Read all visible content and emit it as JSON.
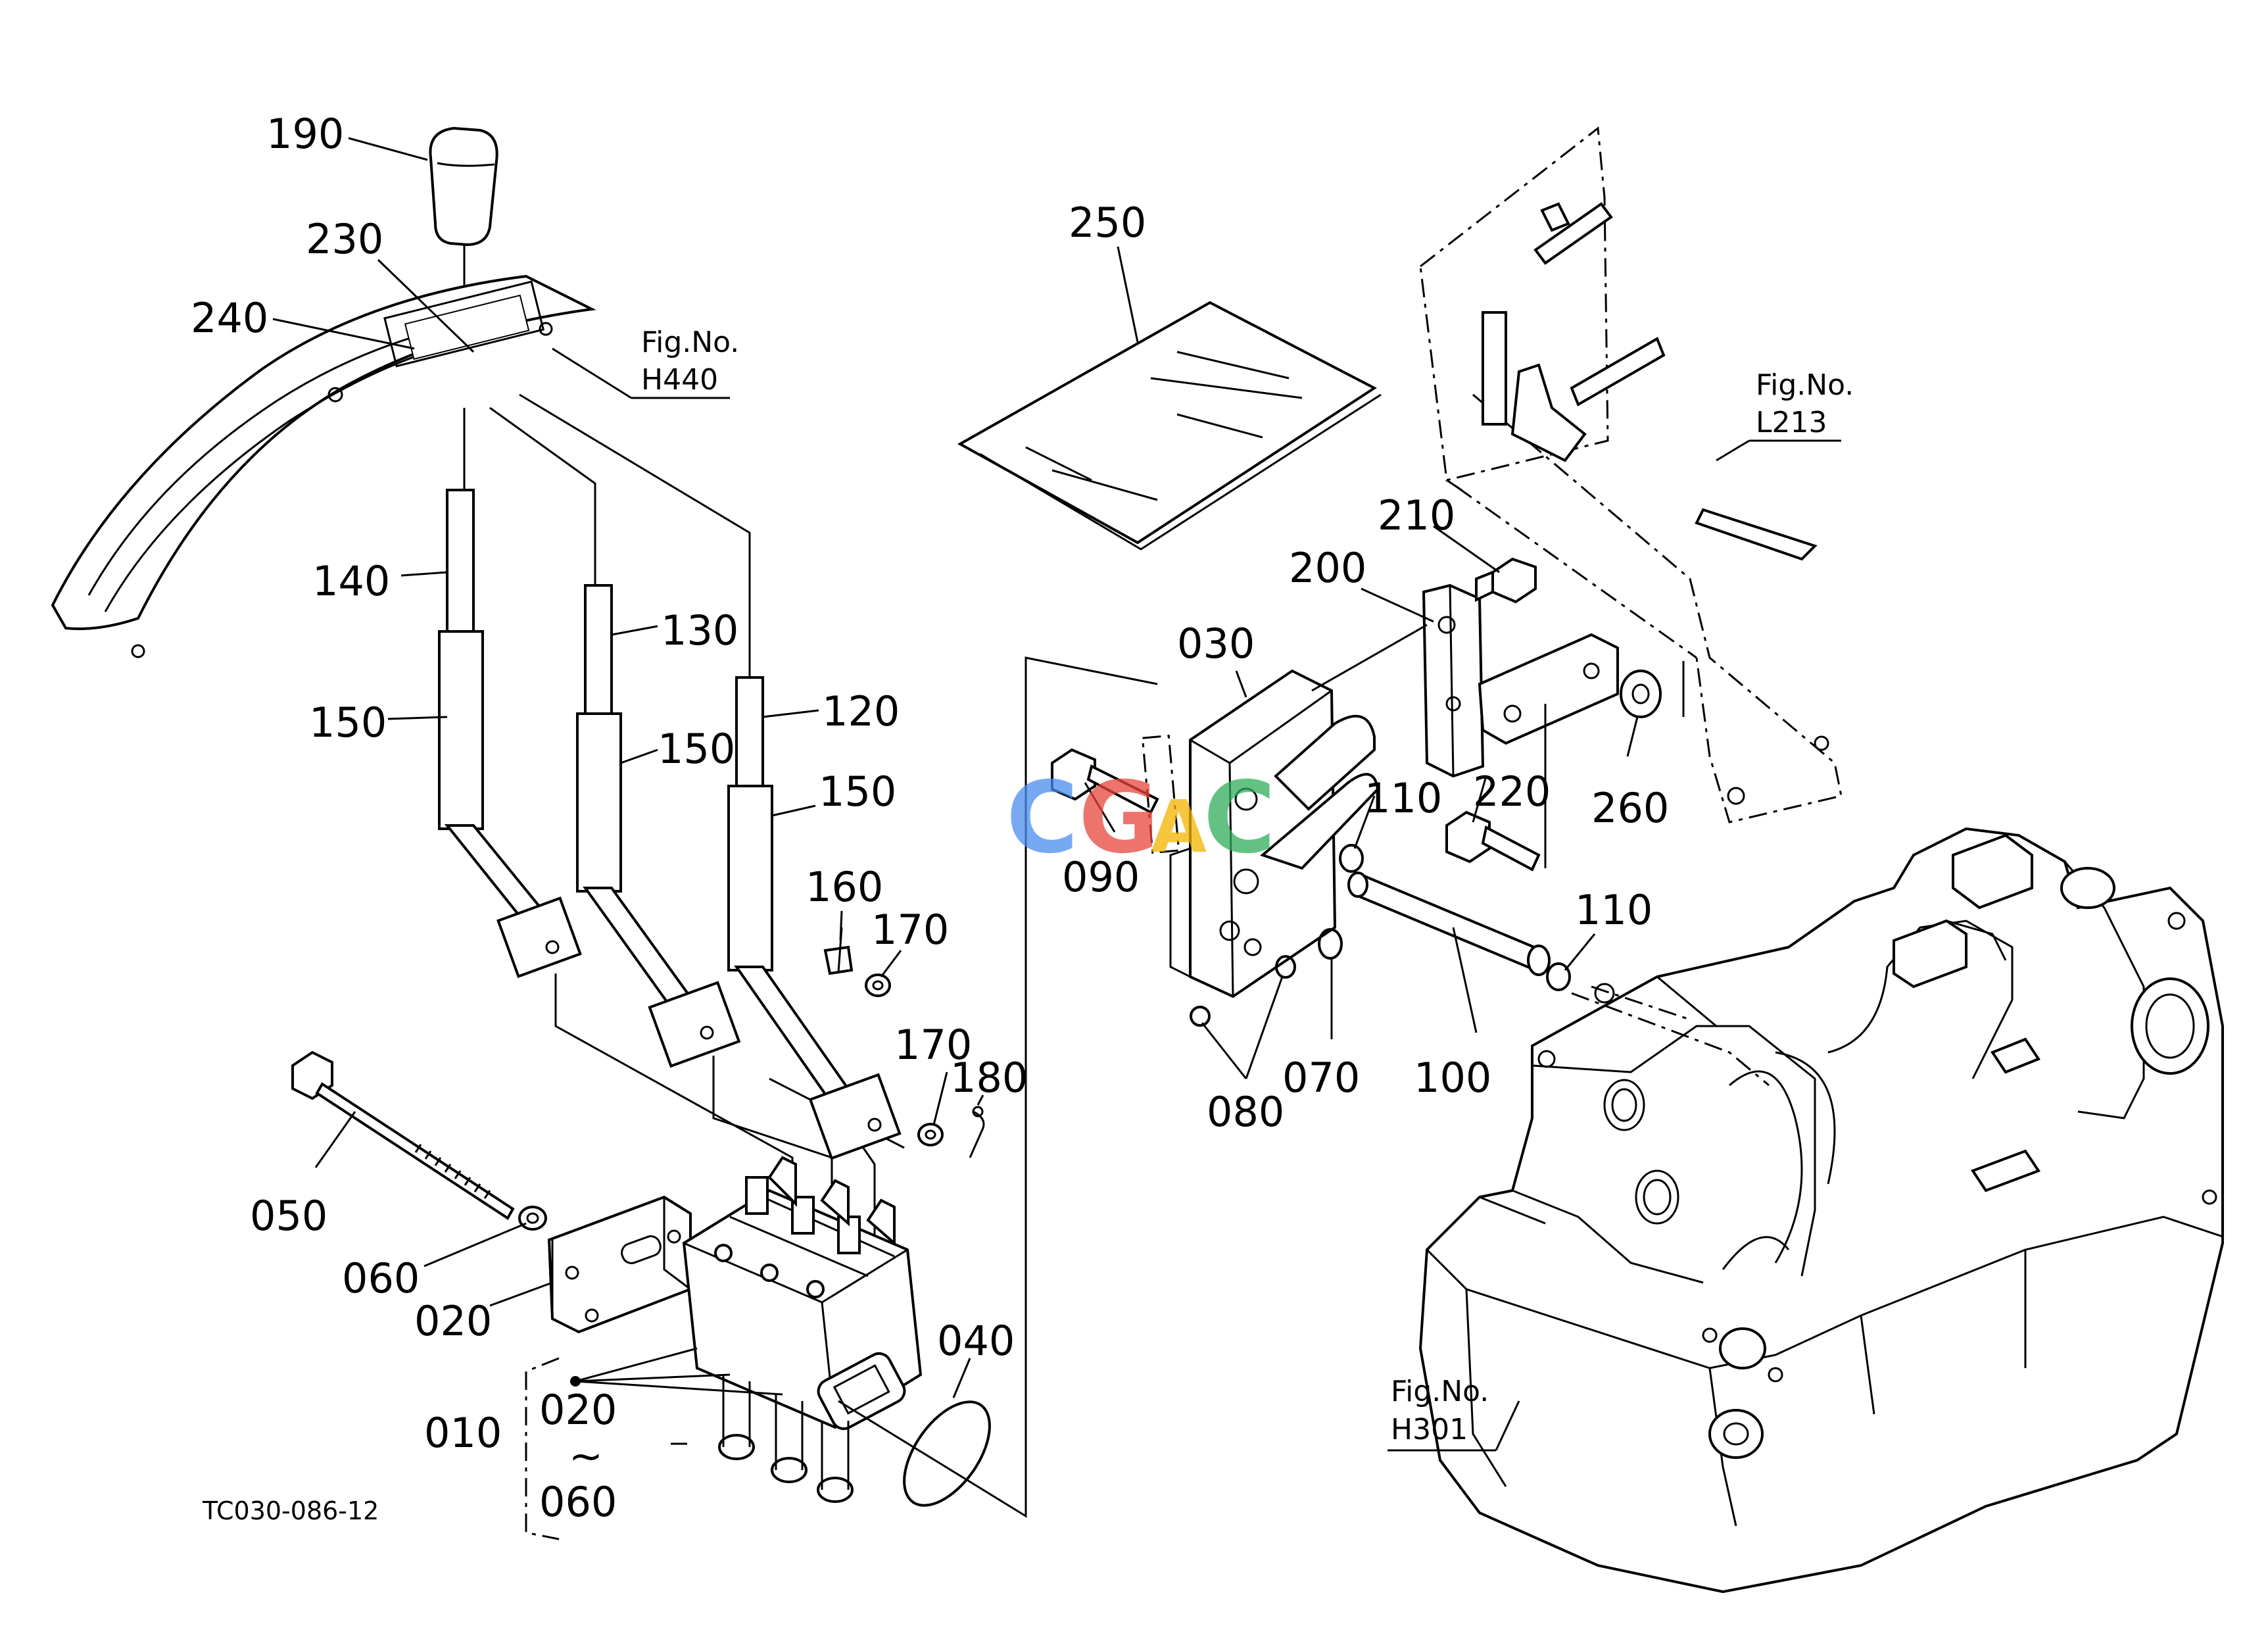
{
  "callouts": {
    "p190": "190",
    "p230": "230",
    "p240": "240",
    "p140": "140",
    "p130": "130",
    "p120": "120",
    "p150a": "150",
    "p150b": "150",
    "p150c": "150",
    "p160": "160",
    "p170a": "170",
    "p170b": "170",
    "p180": "180",
    "p050": "050",
    "p060": "060",
    "p020a": "020",
    "p010": "010",
    "p020b": "020",
    "tilde": "~",
    "p060b": "060",
    "p040": "040",
    "p250": "250",
    "p210": "210",
    "p200": "200",
    "p030": "030",
    "p110a": "110",
    "p220": "220",
    "p260": "260",
    "p090": "090",
    "p110b": "110",
    "p070": "070",
    "p100": "100",
    "p080": "080"
  },
  "fig_refs": {
    "h440_label": "Fig.No.",
    "h440_code": "H440",
    "l213_label": "Fig.No.",
    "l213_code": "L213",
    "h301_label": "Fig.No.",
    "h301_code": "H301"
  },
  "drawing_code": "TC030-086-12",
  "watermark": {
    "letters": [
      "C",
      "G",
      "A",
      "C"
    ],
    "colors": [
      "#4a8df0",
      "#e8463c",
      "#f4b400",
      "#2fae5a"
    ]
  }
}
